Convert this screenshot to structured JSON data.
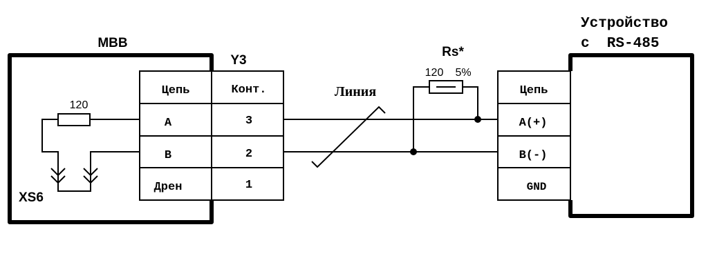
{
  "diagram": {
    "title": "RS-485 connection diagram",
    "colors": {
      "line": "#000000",
      "background": "#ffffff"
    },
    "mvv": {
      "label": "MBB",
      "connector_label": "XS6",
      "resistor_value": "120"
    },
    "terminal_block": {
      "label": "Y3",
      "headers": [
        "Цепь",
        "Конт."
      ],
      "rows": [
        {
          "circuit": "A",
          "contact": "3"
        },
        {
          "circuit": "B",
          "contact": "2"
        },
        {
          "circuit": "Дрен",
          "contact": "1"
        }
      ]
    },
    "line": {
      "label": "Линия"
    },
    "termination_resistor": {
      "label": "Rs*",
      "value": "120",
      "tolerance": "5%"
    },
    "device": {
      "title_line1": "Устройство",
      "title_line2": "с  RS-485",
      "header": "Цепь",
      "rows": [
        "A(+)",
        "B(-)",
        "GND"
      ]
    }
  }
}
